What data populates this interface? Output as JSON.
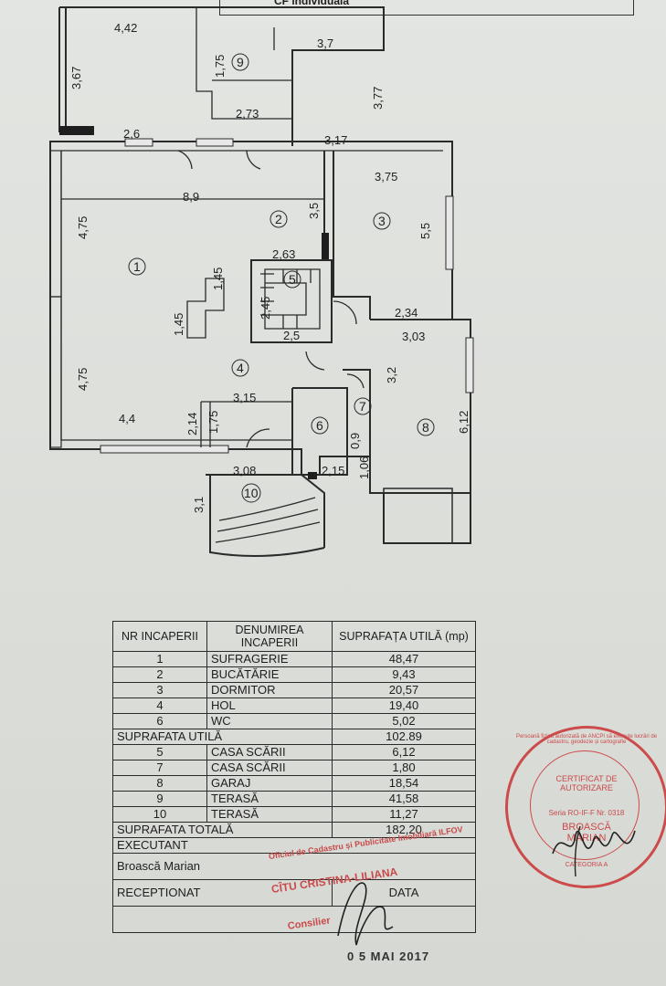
{
  "header": {
    "text": "CF individuala"
  },
  "plan": {
    "dimensions": [
      "4,42",
      "3,67",
      "1,75",
      "3,7",
      "3,77",
      "2,73",
      "2,6",
      "3,17",
      "3,75",
      "8,9",
      "4,75",
      "3,5",
      "5,5",
      "2,63",
      "1,45",
      "1,45",
      "2,45",
      "2,5",
      "2,34",
      "3,03",
      "3,2",
      "4,75",
      "3,15",
      "4,4",
      "2,14",
      "1,75",
      "6,12",
      "3,08",
      "2,15",
      "1,06",
      "0,9",
      "3,1"
    ],
    "room_numbers": [
      "1",
      "2",
      "3",
      "4",
      "5",
      "6",
      "7",
      "8",
      "9",
      "10"
    ]
  },
  "legend": {
    "headers": {
      "nr": "NR INCAPERII",
      "name": "DENUMIREA INCAPERII",
      "area": "SUPRAFAȚA UTILĂ (mp)"
    },
    "rows_a": [
      {
        "nr": "1",
        "name": "SUFRAGERIE",
        "area": "48,47"
      },
      {
        "nr": "2",
        "name": "BUCĂTĂRIE",
        "area": "9,43"
      },
      {
        "nr": "3",
        "name": "DORMITOR",
        "area": "20,57"
      },
      {
        "nr": "4",
        "name": "HOL",
        "area": "19,40"
      },
      {
        "nr": "6",
        "name": "WC",
        "area": "5,02"
      }
    ],
    "subtotal_label": "SUPRAFATA UTILĂ",
    "subtotal_value": "102.89",
    "rows_b": [
      {
        "nr": "5",
        "name": "CASA SCĂRII",
        "area": "6,12"
      },
      {
        "nr": "7",
        "name": "CASA SCĂRII",
        "area": "1,80"
      },
      {
        "nr": "8",
        "name": "GARAJ",
        "area": "18,54"
      },
      {
        "nr": "9",
        "name": "TERASĂ",
        "area": "41,58"
      },
      {
        "nr": "10",
        "name": "TERASĂ",
        "area": "11,27"
      }
    ],
    "total_label": "SUPRAFATA TOTALĂ",
    "total_value": "182,20",
    "executant_label": "EXECUTANT",
    "executant_name": "Broască Marian",
    "receptionat_label": "RECEPTIONAT",
    "data_label": "DATA"
  },
  "stamps": {
    "office": "Oficiul de Cadastru și Publicitate Imobiliară ILFOV",
    "name": "CÎTU CRISTINA-LILIANA",
    "role": "Consilier",
    "date": "0 5 MAI 2017",
    "cert_title": "CERTIFICAT DE AUTORIZARE",
    "cert_series": "Seria RO-IF-F Nr. 0318",
    "cert_name": "BROASCĂ MARIAN",
    "cert_category": "CATEGORIA A",
    "cert_ring": "Persoană fizică autorizată de ANCPI să execute lucrări de cadastru, geodezie și cartografie"
  },
  "colors": {
    "paper": "#dfe1de",
    "ink": "#1e1e1e",
    "stamp_red": "#c94a4a"
  }
}
